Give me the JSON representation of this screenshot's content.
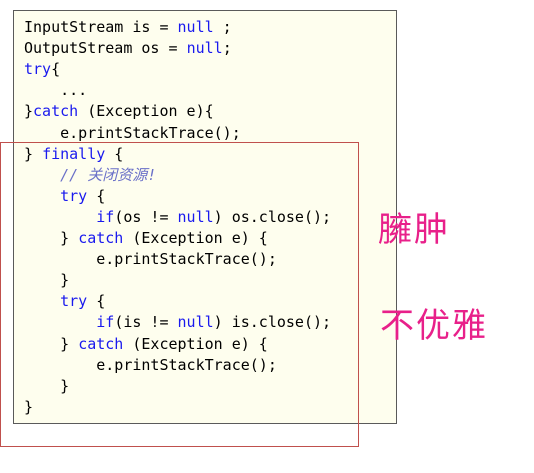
{
  "code": {
    "lines": [
      [
        {
          "t": "InputStream is = "
        },
        {
          "t": "null",
          "c": "kw"
        },
        {
          "t": " ;"
        }
      ],
      [
        {
          "t": "OutputStream os = "
        },
        {
          "t": "null",
          "c": "kw"
        },
        {
          "t": ";"
        }
      ],
      [
        {
          "t": "try",
          "c": "kw"
        },
        {
          "t": "{"
        }
      ],
      [
        {
          "t": "    ..."
        }
      ],
      [
        {
          "t": "}"
        },
        {
          "t": "catch",
          "c": "kw"
        },
        {
          "t": " (Exception e){"
        }
      ],
      [
        {
          "t": "    e.printStackTrace();"
        }
      ],
      [
        {
          "t": "} "
        },
        {
          "t": "finally",
          "c": "kw"
        },
        {
          "t": " {"
        }
      ],
      [
        {
          "t": "    "
        },
        {
          "t": "// 关闭资源!",
          "c": "cm"
        }
      ],
      [
        {
          "t": "    "
        },
        {
          "t": "try",
          "c": "kw"
        },
        {
          "t": " {"
        }
      ],
      [
        {
          "t": "        "
        },
        {
          "t": "if",
          "c": "kw"
        },
        {
          "t": "(os != "
        },
        {
          "t": "null",
          "c": "kw"
        },
        {
          "t": ") os.close();"
        }
      ],
      [
        {
          "t": "    } "
        },
        {
          "t": "catch",
          "c": "kw"
        },
        {
          "t": " (Exception e) {"
        }
      ],
      [
        {
          "t": "        e.printStackTrace();"
        }
      ],
      [
        {
          "t": "    }"
        }
      ],
      [
        {
          "t": "    "
        },
        {
          "t": "try",
          "c": "kw"
        },
        {
          "t": " {"
        }
      ],
      [
        {
          "t": "        "
        },
        {
          "t": "if",
          "c": "kw"
        },
        {
          "t": "(is != "
        },
        {
          "t": "null",
          "c": "kw"
        },
        {
          "t": ") is.close();"
        }
      ],
      [
        {
          "t": "    } "
        },
        {
          "t": "catch",
          "c": "kw"
        },
        {
          "t": " (Exception e) {"
        }
      ],
      [
        {
          "t": "        e.printStackTrace();"
        }
      ],
      [
        {
          "t": "    }"
        }
      ],
      [
        {
          "t": "}"
        }
      ]
    ]
  },
  "annotations": {
    "bloated": "臃肿",
    "inelegant": "不优雅"
  },
  "colors": {
    "keyword": "#1a1aee",
    "comment": "#6a70c8",
    "annotation": "#e8208a",
    "highlight_border": "#c0504d",
    "panel_bg": "#fefeee"
  }
}
